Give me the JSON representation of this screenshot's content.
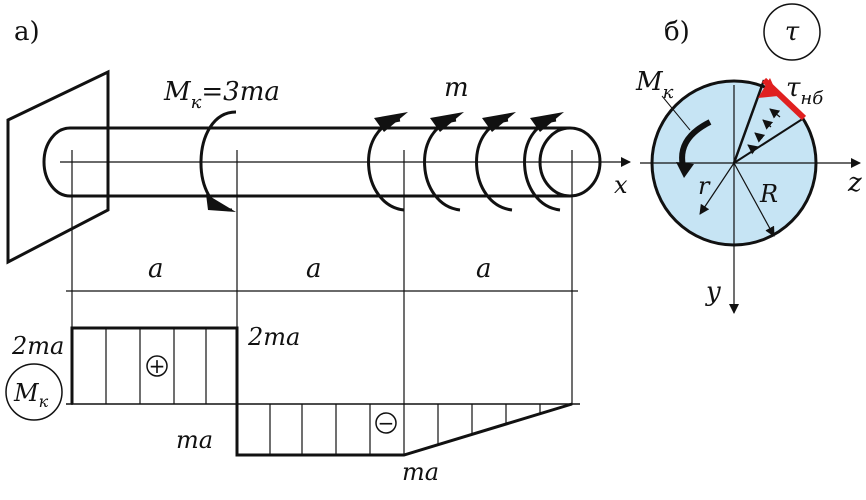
{
  "part_a": {
    "label": "а)",
    "moment_label_main": "M",
    "moment_label_sub": "к",
    "moment_label_value": "=3ma",
    "distributed_label": "m",
    "x_axis": "x",
    "segments": [
      "a",
      "a",
      "a"
    ],
    "diagram": {
      "label_main": "M",
      "label_sub": "к",
      "left_value": "2ma",
      "right_value": "2ma",
      "neg_start_value": "ma",
      "neg_end_value": "ma",
      "positive_sign": "+",
      "negative_sign": "−"
    }
  },
  "part_b": {
    "label": "б)",
    "tau_circle": "τ",
    "moment_main": "M",
    "moment_sub": "к",
    "tau_main": "τ",
    "tau_sub": "нб",
    "r": "r",
    "R": "R",
    "z": "z",
    "y": "y",
    "colors": {
      "section_fill": "#c6e4f4",
      "max_stress": "#e02020"
    }
  }
}
